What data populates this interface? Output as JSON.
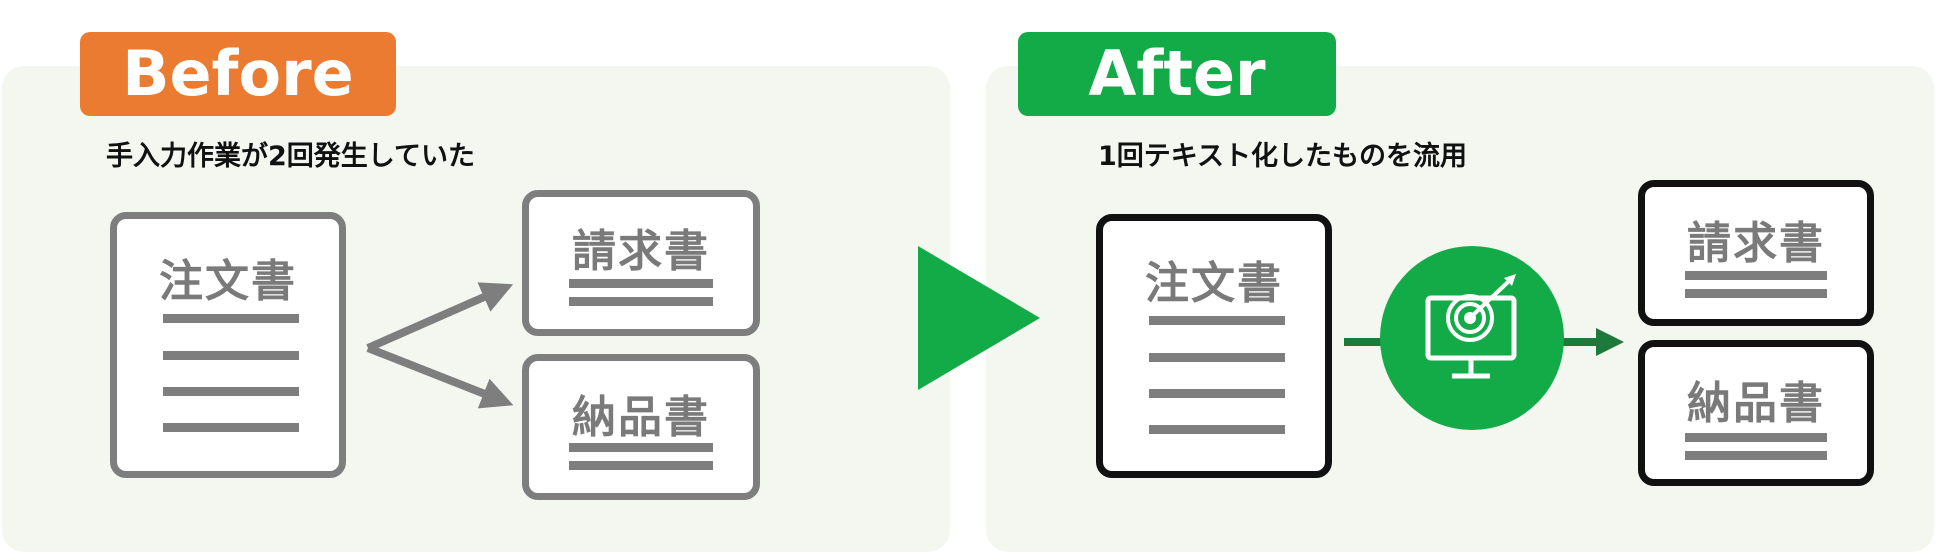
{
  "before": {
    "tab_label": "Before",
    "tab_color": "#ec7b32",
    "caption": "手入力作業が2回発生していた",
    "source_doc": "注文書",
    "target_docs": [
      "請求書",
      "納品書"
    ]
  },
  "after": {
    "tab_label": "After",
    "tab_color": "#12ab47",
    "caption": "1回テキスト化したものを流用",
    "source_doc": "注文書",
    "target_docs": [
      "請求書",
      "納品書"
    ],
    "tool_icon": "monitor-target-icon"
  },
  "colors": {
    "panel_bg": "#f3f7f0",
    "gray": "#7e7e7e",
    "green": "#12ab47",
    "dark_green": "#1d7a3a",
    "black": "#111111"
  }
}
